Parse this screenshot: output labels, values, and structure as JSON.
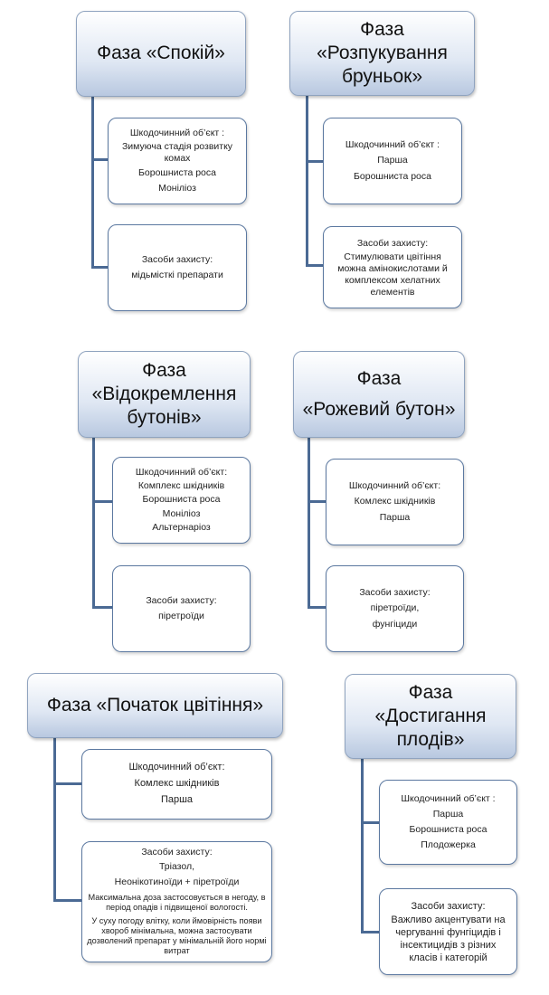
{
  "phases": [
    {
      "title_lines": [
        "Фаза «Спокій»"
      ],
      "pests": {
        "heading": "Шкодочинний об’єкт :",
        "items": [
          "Зимуюча стадія розвитку комах",
          "Борошниста роса",
          "Моніліоз"
        ]
      },
      "protection": {
        "heading": "Засоби захисту:",
        "items": [
          "мідьмісткі препарати"
        ]
      }
    },
    {
      "title_lines": [
        "Фаза",
        "«Розпукування",
        "бруньок»"
      ],
      "pests": {
        "heading": "Шкодочинний об’єкт :",
        "items": [
          "Парша",
          "Борошниста роса"
        ]
      },
      "protection": {
        "heading": "Засоби захисту:",
        "items": [
          "Стимулювати цвітіння можна амінокислотами й комплексом хелатних елементів"
        ]
      }
    },
    {
      "title_lines": [
        "Фаза",
        "«Відокремлення",
        "бутонів»"
      ],
      "pests": {
        "heading": "Шкодочинний об’єкт:",
        "items": [
          "Комплекс шкідників",
          "Борошниста роса",
          "Моніліоз",
          "Альтернаріоз"
        ]
      },
      "protection": {
        "heading": "Засоби захисту:",
        "items": [
          "піретроїди"
        ]
      }
    },
    {
      "title_lines": [
        "Фаза",
        "«Рожевий бутон»"
      ],
      "pests": {
        "heading": "Шкодочинний об’єкт:",
        "items": [
          "Комлекс шкідників",
          "Парша"
        ]
      },
      "protection": {
        "heading": "Засоби захисту:",
        "items": [
          "піретроїди,",
          "фунгіциди"
        ]
      }
    },
    {
      "title_lines": [
        "Фаза «Початок цвітіння»"
      ],
      "pests": {
        "heading": "Шкодочинний об’єкт:",
        "items": [
          "Комлекс шкідників",
          "Парша"
        ]
      },
      "protection": {
        "heading": "Засоби захисту:",
        "items": [
          "Тріазол,",
          "Неонікотиноїди + піретроїди"
        ],
        "notes": [
          "Максимальна доза застосовується в негоду, в період опадів і підвищеної вологості.",
          "У суху погоду влітку, коли ймовірність появи  хвороб мінімальна, можна застосувати дозволений препарат у мінімальній його нормі витрат"
        ]
      }
    },
    {
      "title_lines": [
        "Фаза",
        "«Достигання",
        "плодів»"
      ],
      "pests": {
        "heading": "Шкодочинний об’єкт :",
        "items": [
          "Парша",
          "Борошниста роса",
          "Плодожерка"
        ]
      },
      "protection": {
        "heading": "Засоби захисту:",
        "items": [
          "Важливо акцентувати на чергуванні фунгіцидів і інсектицидів з різних класів і категорій"
        ]
      }
    }
  ],
  "colors": {
    "connector": "#4b6a94",
    "box_border": "#5b78a0",
    "header_gradient_end": "#b8c8e0"
  }
}
